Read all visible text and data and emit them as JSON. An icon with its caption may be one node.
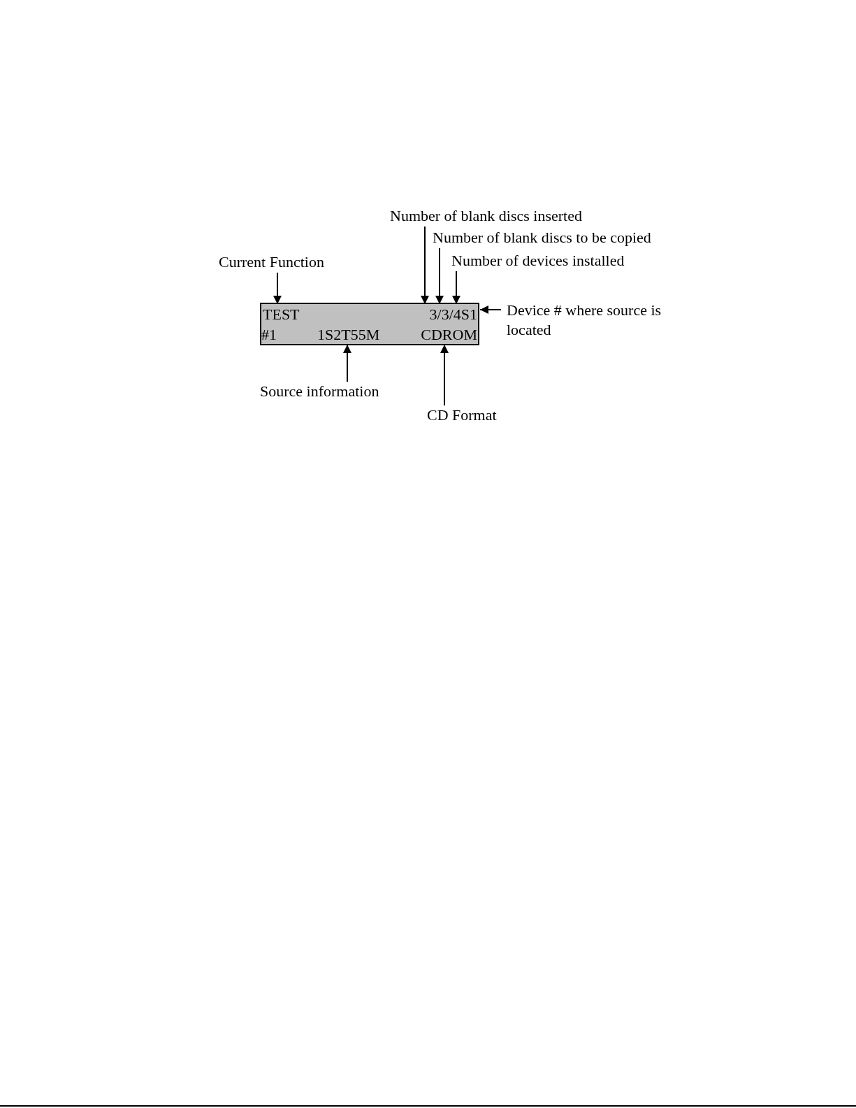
{
  "diagram": {
    "nodes": [
      {
        "text": [
          "Number of blank discs inserted"
        ]
      },
      {
        "text": [
          "Number of blank discs to be copied"
        ]
      },
      {
        "text": [
          "Current Function"
        ]
      },
      {
        "text": [
          "Number of devices installed"
        ]
      },
      {
        "text": [],
        "shape": "box"
      },
      {
        "text": [
          "TEST"
        ],
        "in": 4
      },
      {
        "text": [
          "3/3/4S1"
        ],
        "in": 4
      },
      {
        "text": [
          "Device # where source is located"
        ]
      },
      {
        "text": [
          "#1"
        ],
        "in": 4
      },
      {
        "text": [
          "1S2T55M"
        ],
        "in": 4
      },
      {
        "text": [
          "CDROM"
        ],
        "in": 4
      },
      {
        "text": [
          "Source information"
        ]
      },
      {
        "text": [
          "CD Format"
        ]
      }
    ],
    "edges": [
      {
        "from": 2,
        "to": 5,
        "arrow": "to"
      },
      {
        "from": 0,
        "to": 6,
        "arrow": "to"
      },
      {
        "from": 1,
        "to": 6,
        "arrow": "to"
      },
      {
        "from": 3,
        "to": 6,
        "arrow": "to"
      },
      {
        "from": 7,
        "to": 6,
        "arrow": "to"
      },
      {
        "from": 11,
        "to": 9,
        "arrow": "to"
      },
      {
        "from": 12,
        "to": 10,
        "arrow": "to"
      }
    ]
  }
}
